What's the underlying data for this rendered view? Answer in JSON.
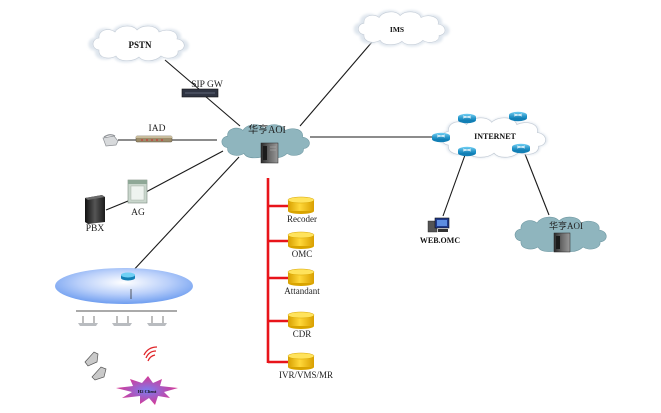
{
  "diagram": {
    "colors": {
      "bus": "#e8141a",
      "aoi_cloud": "#8fb5be",
      "db": "#f2c200",
      "router": "#1ea0d6",
      "lan": "#6f9ef0"
    },
    "clouds": {
      "pstn": "PSTN",
      "ims": "IMS",
      "internet": "INTERNET",
      "aoi_main": "华亨AOI",
      "aoi_remote": "华亨AOI"
    },
    "devices": {
      "sip_gw": "SIP GW",
      "iad": "IAD",
      "ag": "AG",
      "pbx": "PBX",
      "web_omc": "WEB.OMC",
      "client_badge": "H2 Client"
    },
    "bus_nodes": [
      {
        "label": "Recoder"
      },
      {
        "label": "OMC"
      },
      {
        "label": "Attandant"
      },
      {
        "label": "CDR"
      },
      {
        "label": "IVR/VMS/MR"
      }
    ]
  }
}
